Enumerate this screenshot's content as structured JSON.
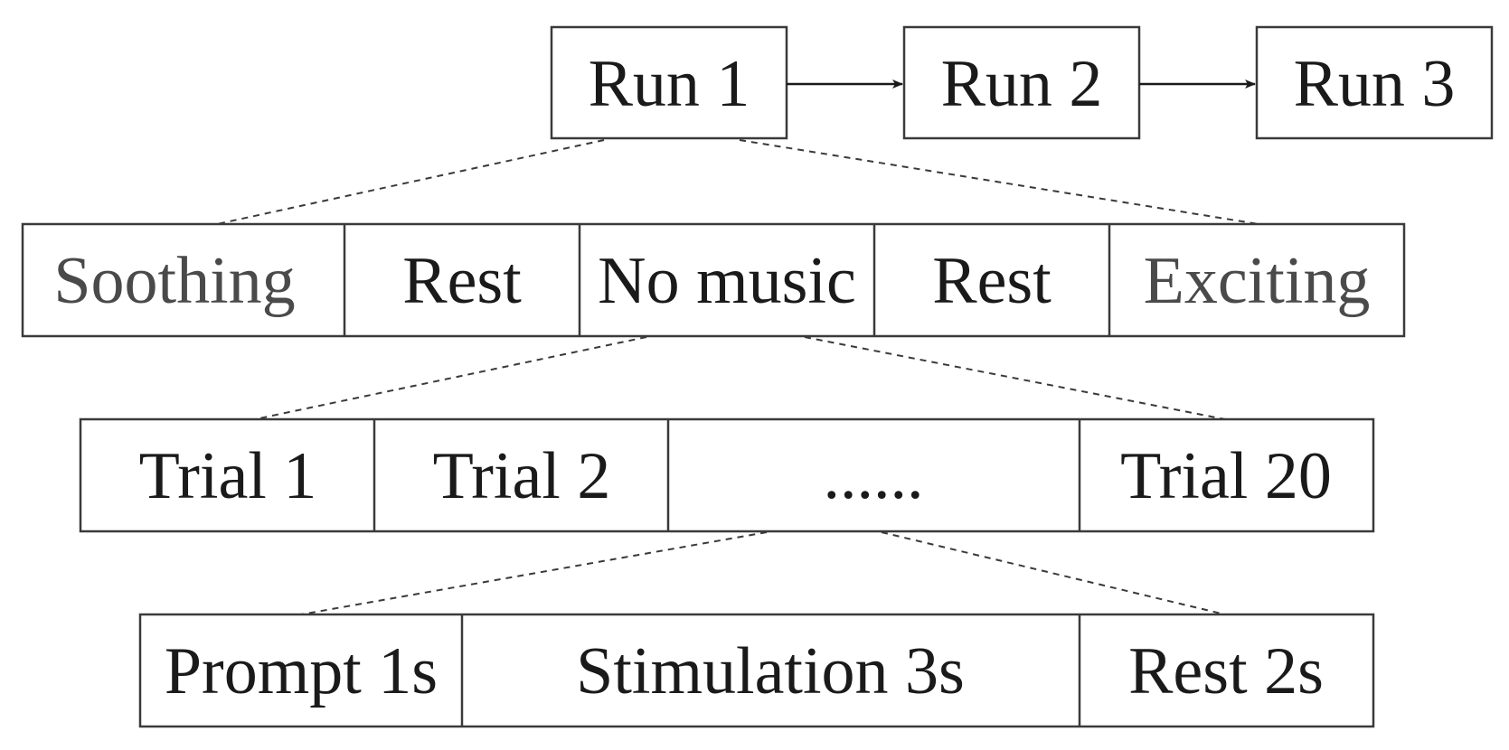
{
  "runs": [
    "Run 1",
    "Run 2",
    "Run 3"
  ],
  "blocks": [
    "Soothing",
    "Rest",
    "No music",
    "Rest",
    "Exciting"
  ],
  "trials": [
    "Trial 1",
    "Trial 2",
    "......",
    "Trial 20"
  ],
  "phases": [
    "Prompt 1s",
    "Stimulation 3s",
    "Rest 2s"
  ]
}
